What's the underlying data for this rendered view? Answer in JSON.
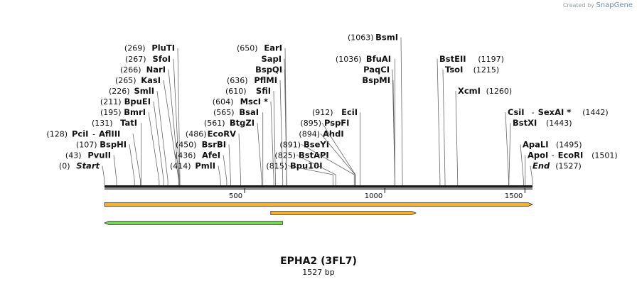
{
  "credit": {
    "prefix": "Created by",
    "brand": "SnapGene"
  },
  "title": "EPHA2 (3FL7)",
  "subtitle": "1527 bp",
  "ticks": [
    {
      "pos": 500,
      "label": "500"
    },
    {
      "pos": 1000,
      "label": "1000"
    },
    {
      "pos": 1500,
      "label": "1500"
    }
  ],
  "sites": [
    {
      "pos": 0,
      "num": "(0)",
      "name": "Start",
      "italic": true
    },
    {
      "pos": 43,
      "num": "(43)",
      "name": "PvuII"
    },
    {
      "pos": 107,
      "num": "(107)",
      "name": "BspHI"
    },
    {
      "pos": 128,
      "num": "(128)",
      "name": "PciI",
      "extra": "AflIII"
    },
    {
      "pos": 131,
      "num": "(131)",
      "name": "TatI"
    },
    {
      "pos": 195,
      "num": "(195)",
      "name": "BmrI"
    },
    {
      "pos": 211,
      "num": "(211)",
      "name": "BpuEI"
    },
    {
      "pos": 226,
      "num": "(226)",
      "name": "SmlI"
    },
    {
      "pos": 265,
      "num": "(265)",
      "name": "KasI"
    },
    {
      "pos": 266,
      "num": "(266)",
      "name": "NarI"
    },
    {
      "pos": 267,
      "num": "(267)",
      "name": "SfoI"
    },
    {
      "pos": 269,
      "num": "(269)",
      "name": "PluTI"
    },
    {
      "pos": 414,
      "num": "(414)",
      "name": "PmlI"
    },
    {
      "pos": 436,
      "num": "(436)",
      "name": "AfeI"
    },
    {
      "pos": 450,
      "num": "(450)",
      "name": "BsrBI"
    },
    {
      "pos": 486,
      "num": "(486)",
      "name": "EcoRV"
    },
    {
      "pos": 561,
      "num": "(561)",
      "name": "BtgZI"
    },
    {
      "pos": 565,
      "num": "(565)",
      "name": "BsaI"
    },
    {
      "pos": 604,
      "num": "(604)",
      "name": "MscI *"
    },
    {
      "pos": 610,
      "num": "(610)",
      "name": "SfiI"
    },
    {
      "pos": 636,
      "num": "(636)",
      "name": "PflMI"
    },
    {
      "pos": 650,
      "num": "",
      "name": "BspQI"
    },
    {
      "pos": 650,
      "num": "",
      "name": "SapI"
    },
    {
      "pos": 650,
      "num": "(650)",
      "name": "EarI"
    },
    {
      "pos": 815,
      "num": "(815)",
      "name": "Bpu10I",
      "side": "right"
    },
    {
      "pos": 825,
      "num": "(825)",
      "name": "BstAPI",
      "side": "right"
    },
    {
      "pos": 891,
      "num": "(891)",
      "name": "BseYI",
      "side": "right"
    },
    {
      "pos": 894,
      "num": "(894)",
      "name": "AhdI",
      "side": "right"
    },
    {
      "pos": 895,
      "num": "(895)",
      "name": "PspFI",
      "side": "right"
    },
    {
      "pos": 912,
      "num": "(912)",
      "name": "EciI"
    },
    {
      "pos": 1036,
      "num": "",
      "name": "BspMI"
    },
    {
      "pos": 1036,
      "num": "",
      "name": "PaqCI"
    },
    {
      "pos": 1036,
      "num": "(1036)",
      "name": "BfuAI"
    },
    {
      "pos": 1063,
      "num": "(1063)",
      "name": "BsmI"
    },
    {
      "pos": 1197,
      "num": "(1197)",
      "name": "BstEII",
      "side": "right"
    },
    {
      "pos": 1215,
      "num": "(1215)",
      "name": "TsoI",
      "side": "right"
    },
    {
      "pos": 1260,
      "num": "(1260)",
      "name": "XcmI",
      "side": "right"
    },
    {
      "pos": 1442,
      "num": "(1442)",
      "name": "CsiI",
      "extra": "SexAI *",
      "side": "right"
    },
    {
      "pos": 1443,
      "num": "(1443)",
      "name": "BstXI",
      "side": "right"
    },
    {
      "pos": 1495,
      "num": "(1495)",
      "name": "ApaLI",
      "side": "right"
    },
    {
      "pos": 1501,
      "num": "(1501)",
      "name": "ApoI",
      "extra": "EcoRI",
      "side": "right"
    },
    {
      "pos": 1527,
      "num": "(1527)",
      "name": "End",
      "italic": true,
      "side": "right"
    }
  ],
  "features": [
    {
      "start": 0,
      "end": 1527,
      "direction": "forward",
      "color": "#f0a81c"
    },
    {
      "start": 593,
      "end": 1111,
      "direction": "forward",
      "color": "#f0a81c"
    },
    {
      "start": 0,
      "end": 635,
      "direction": "reverse",
      "color": "#6ad04a"
    }
  ]
}
